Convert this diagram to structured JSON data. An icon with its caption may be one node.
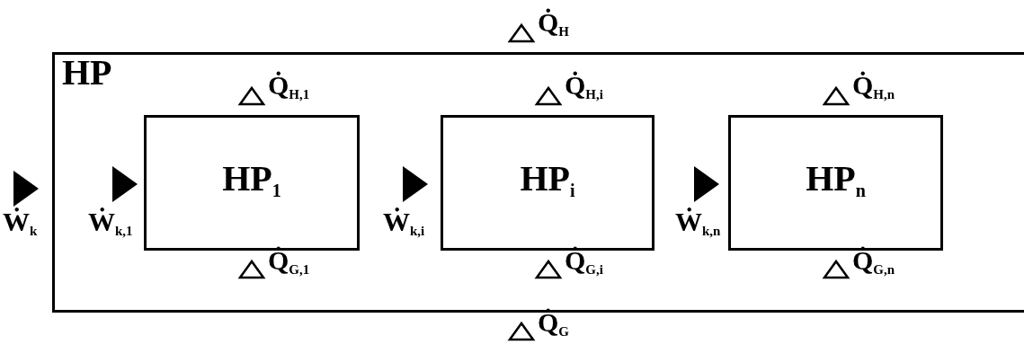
{
  "diagram": {
    "nodes": [
      {
        "text": [
          "HP"
        ],
        "beside": [
          "Q̇$_{H}$",
          "Ẇ$_{k}$",
          "Q̇$_{G}$"
        ]
      },
      {
        "text": [
          "HP$_{1}$"
        ],
        "in": 0,
        "beside": [
          "Q̇$_{H,1}$",
          "Ẇ$_{k,1}$",
          "Q̇$_{G,1}$"
        ]
      },
      {
        "text": [
          "HP$_{i}$"
        ],
        "in": 0,
        "beside": [
          "Q̇$_{H,i}$",
          "Ẇ$_{k,i}$",
          "Q̇$_{G,i}$"
        ]
      },
      {
        "text": [
          "HP$_{n}$"
        ],
        "in": 0,
        "beside": [
          "Q̇$_{H,n}$",
          "Ẇ$_{k,n}$",
          "Q̇$_{G,n}$"
        ]
      }
    ]
  }
}
